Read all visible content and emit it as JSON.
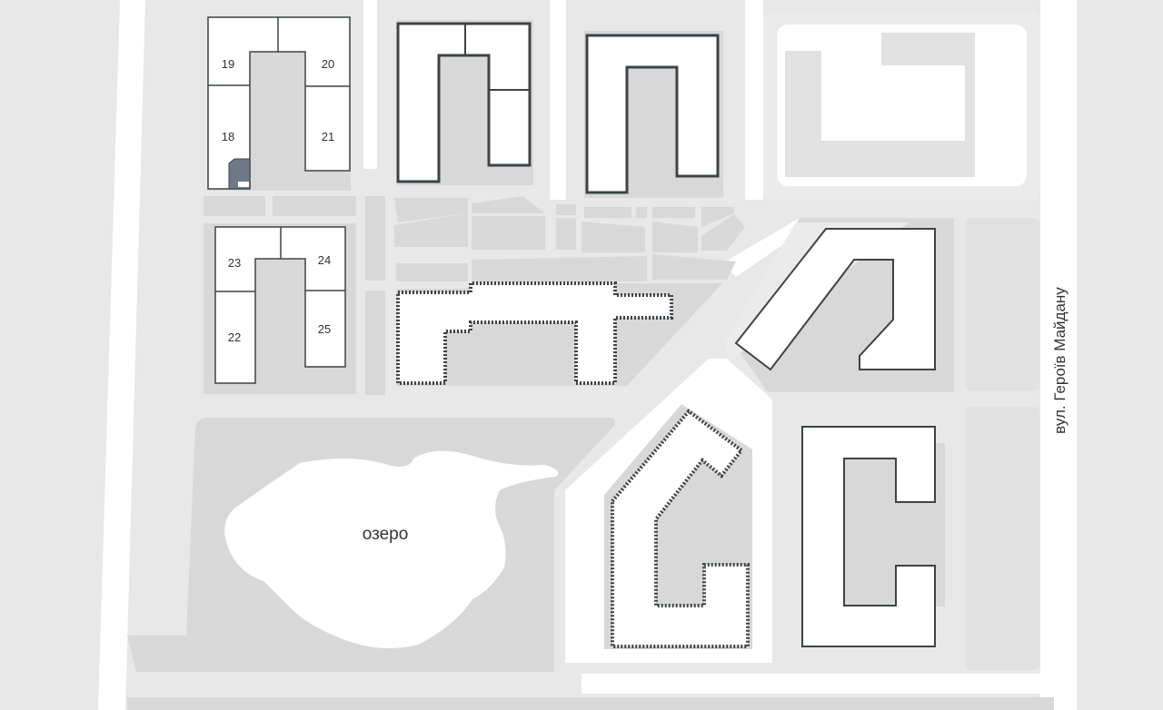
{
  "map": {
    "lake_label": "озеро",
    "street_label": "вул. Героїв Майдану",
    "sections": {
      "s18": "18",
      "s19": "19",
      "s20": "20",
      "s21": "21",
      "s22": "22",
      "s23": "23",
      "s24": "24",
      "s25": "25"
    },
    "colors": {
      "ground": "#e8e8e8",
      "block": "#d8d8d8",
      "road": "#ffffff",
      "building_outline": "#3d4347",
      "highlight": "#6e7a86"
    }
  }
}
